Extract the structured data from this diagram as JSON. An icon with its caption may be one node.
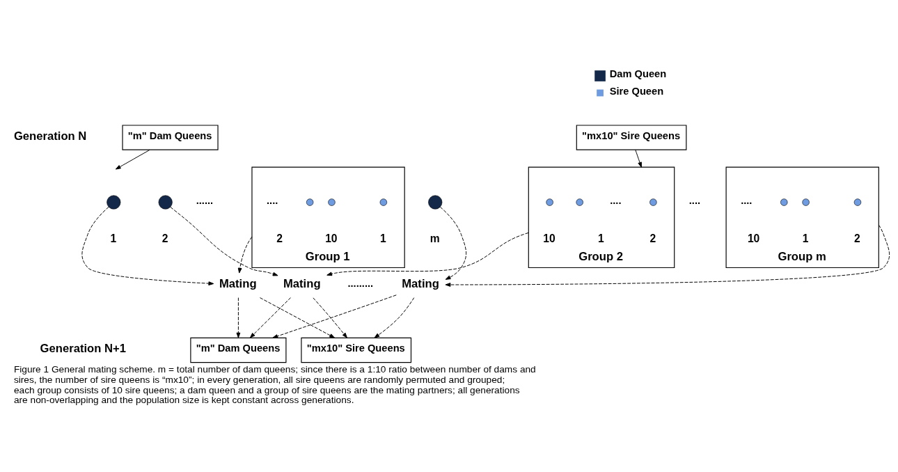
{
  "diagram": {
    "caption": "Figure 1 General mating scheme. m = total number of dam queens; since there is a 1:10 ratio between number of dams and sires, the number of sire queens is “mx10”; in every generation, all sire queens are randomly permuted and grouped; each group consists of 10 sire queens; a dam queen and a group of sire queens are the mating partners; all generations are non-overlapping and the population size is kept constant across generations.",
    "nodes": [
      {
        "text": [
          "\"m\" Dam Queens"
        ]
      },
      {
        "text": [
          "\"mx10\" Sire Queens"
        ]
      },
      {
        "text": [],
        "shape": "circle",
        "beside": [
          "1"
        ]
      },
      {
        "text": [],
        "shape": "circle",
        "beside": [
          "2"
        ]
      },
      {
        "text": [],
        "shape": "circle",
        "beside": [
          "m"
        ]
      },
      {
        "text": [
          "Group 1"
        ]
      },
      {
        "text": [],
        "shape": "circle",
        "beside": [
          "1"
        ],
        "in": 5
      },
      {
        "text": [],
        "shape": "circle",
        "beside": [
          "2"
        ],
        "in": 5
      },
      {
        "text": [],
        "shape": "circle",
        "beside": [
          "10"
        ],
        "in": 5
      },
      {
        "text": [
          "Group 2"
        ]
      },
      {
        "text": [],
        "shape": "circle",
        "beside": [
          "1"
        ],
        "in": 9
      },
      {
        "text": [],
        "shape": "circle",
        "beside": [
          "2"
        ],
        "in": 9
      },
      {
        "text": [],
        "shape": "circle",
        "beside": [
          "10"
        ],
        "in": 9
      },
      {
        "text": [
          "Group m"
        ]
      },
      {
        "text": [],
        "shape": "circle",
        "beside": [
          "1"
        ],
        "in": 13
      },
      {
        "text": [],
        "shape": "circle",
        "beside": [
          "2"
        ],
        "in": 13
      },
      {
        "text": [],
        "shape": "circle",
        "beside": [
          "10"
        ],
        "in": 13
      },
      {
        "text": [
          "Mating"
        ]
      },
      {
        "text": [
          "Mating"
        ]
      },
      {
        "text": [
          "Mating"
        ]
      },
      {
        "text": [
          "\"m\" Dam Queens"
        ]
      },
      {
        "text": [
          "\"mx10\" Sire Queens"
        ]
      }
    ],
    "edges": [
      {
        "from": 0,
        "to": null,
        "arrow": "to"
      },
      {
        "from": 1,
        "to": 9,
        "arrow": "to"
      },
      {
        "from": 2,
        "to": 17,
        "arrow": "to",
        "style": "dashed"
      },
      {
        "from": 3,
        "to": 18,
        "arrow": "to",
        "style": "dashed"
      },
      {
        "from": 4,
        "to": 19,
        "arrow": "to",
        "style": "dashed"
      },
      {
        "from": 5,
        "to": 17,
        "arrow": "to",
        "style": "dashed"
      },
      {
        "from": 9,
        "to": 18,
        "arrow": "to",
        "style": "dashed"
      },
      {
        "from": 13,
        "to": 19,
        "arrow": "to",
        "style": "dashed"
      },
      {
        "from": 17,
        "to": 20,
        "arrow": "to",
        "style": "dashed"
      },
      {
        "from": 17,
        "to": 21,
        "arrow": "to",
        "style": "dashed"
      },
      {
        "from": 18,
        "to": 20,
        "arrow": "to",
        "style": "dashed"
      },
      {
        "from": 18,
        "to": 21,
        "arrow": "to",
        "style": "dashed"
      },
      {
        "from": 19,
        "to": 20,
        "arrow": "to",
        "style": "dashed"
      },
      {
        "from": 19,
        "to": 21,
        "arrow": "to",
        "style": "dashed"
      }
    ],
    "labels": [
      "Generation N",
      "......",
      "....",
      "....",
      "....",
      "....",
      ".........",
      "Generation N+1"
    ],
    "legend": [
      {
        "text": "Dam Queen",
        "color": "#14284a"
      },
      {
        "text": "Sire Queen",
        "color": "#6f9be0"
      }
    ]
  }
}
